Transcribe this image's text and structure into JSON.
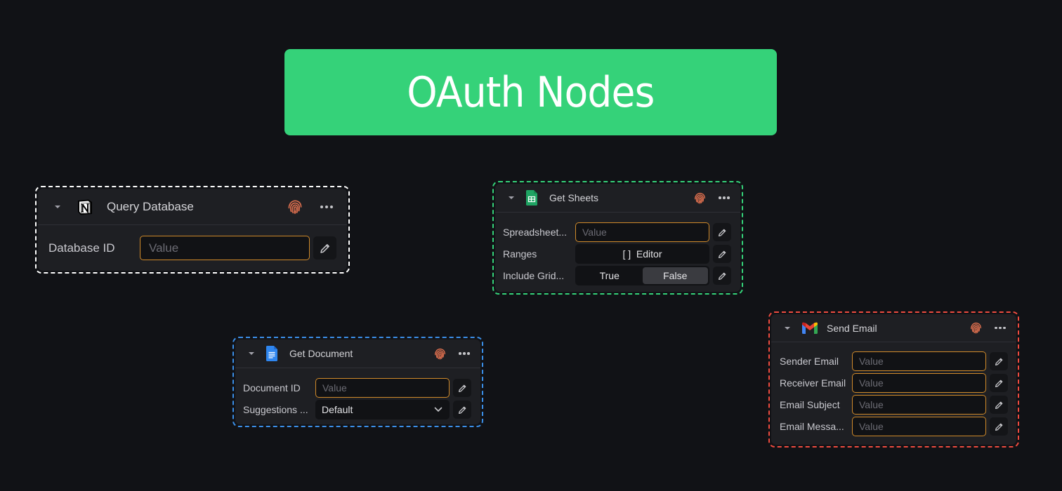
{
  "banner": {
    "title": "OAuth Nodes",
    "color": "#35d279"
  },
  "colors": {
    "background": "#111216",
    "node_bg": "#1e1f23",
    "input_border": "#d08a2a",
    "fingerprint": "#e0704f"
  },
  "nodes": {
    "notion": {
      "title": "Query Database",
      "icon": "notion-icon",
      "border_color": "#ffffff",
      "fields": [
        {
          "label": "Database ID",
          "type": "text",
          "placeholder": "Value"
        }
      ]
    },
    "sheets": {
      "title": "Get Sheets",
      "icon": "google-sheets-icon",
      "border_color": "#35d279",
      "fields": [
        {
          "label": "Spreadsheet...",
          "type": "text",
          "placeholder": "Value"
        },
        {
          "label": "Ranges",
          "type": "editor",
          "value": "[ ]  Editor"
        },
        {
          "label": "Include Grid...",
          "type": "toggle",
          "options": [
            "True",
            "False"
          ],
          "selected": "False"
        }
      ]
    },
    "docs": {
      "title": "Get Document",
      "icon": "google-docs-icon",
      "border_color": "#3b8fe8",
      "fields": [
        {
          "label": "Document ID",
          "type": "text",
          "placeholder": "Value"
        },
        {
          "label": "Suggestions ...",
          "type": "select",
          "value": "Default"
        }
      ]
    },
    "gmail": {
      "title": "Send Email",
      "icon": "gmail-icon",
      "border_color": "#ef4b3f",
      "fields": [
        {
          "label": "Sender Email",
          "type": "text",
          "placeholder": "Value"
        },
        {
          "label": "Receiver Email",
          "type": "text",
          "placeholder": "Value"
        },
        {
          "label": "Email Subject",
          "type": "text",
          "placeholder": "Value"
        },
        {
          "label": "Email Messa...",
          "type": "text",
          "placeholder": "Value"
        }
      ]
    }
  }
}
